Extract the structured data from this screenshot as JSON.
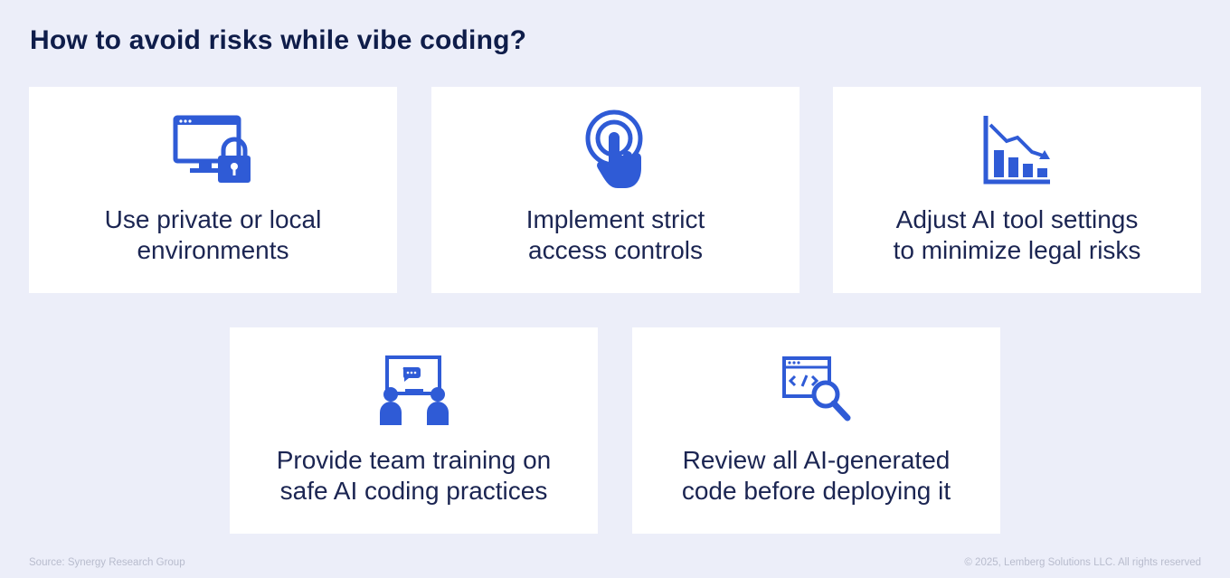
{
  "title": "How to avoid risks while vibe coding?",
  "accent_color": "#2f5bd6",
  "cards": [
    {
      "icon": "monitor-lock-icon",
      "line1": "Use private or local",
      "line2": "environments"
    },
    {
      "icon": "touch-tap-icon",
      "line1": "Implement strict",
      "line2": "access controls"
    },
    {
      "icon": "declining-chart-icon",
      "line1": "Adjust AI tool settings",
      "line2": "to minimize legal risks"
    },
    {
      "icon": "team-training-icon",
      "line1": "Provide team training on",
      "line2": "safe AI coding practices"
    },
    {
      "icon": "code-review-icon",
      "line1": "Review all AI-generated",
      "line2": "code before deploying it"
    }
  ],
  "footer": {
    "source": "Source: Synergy Research Group",
    "copyright": "© 2025, Lemberg Solutions LLC. All rights reserved"
  }
}
